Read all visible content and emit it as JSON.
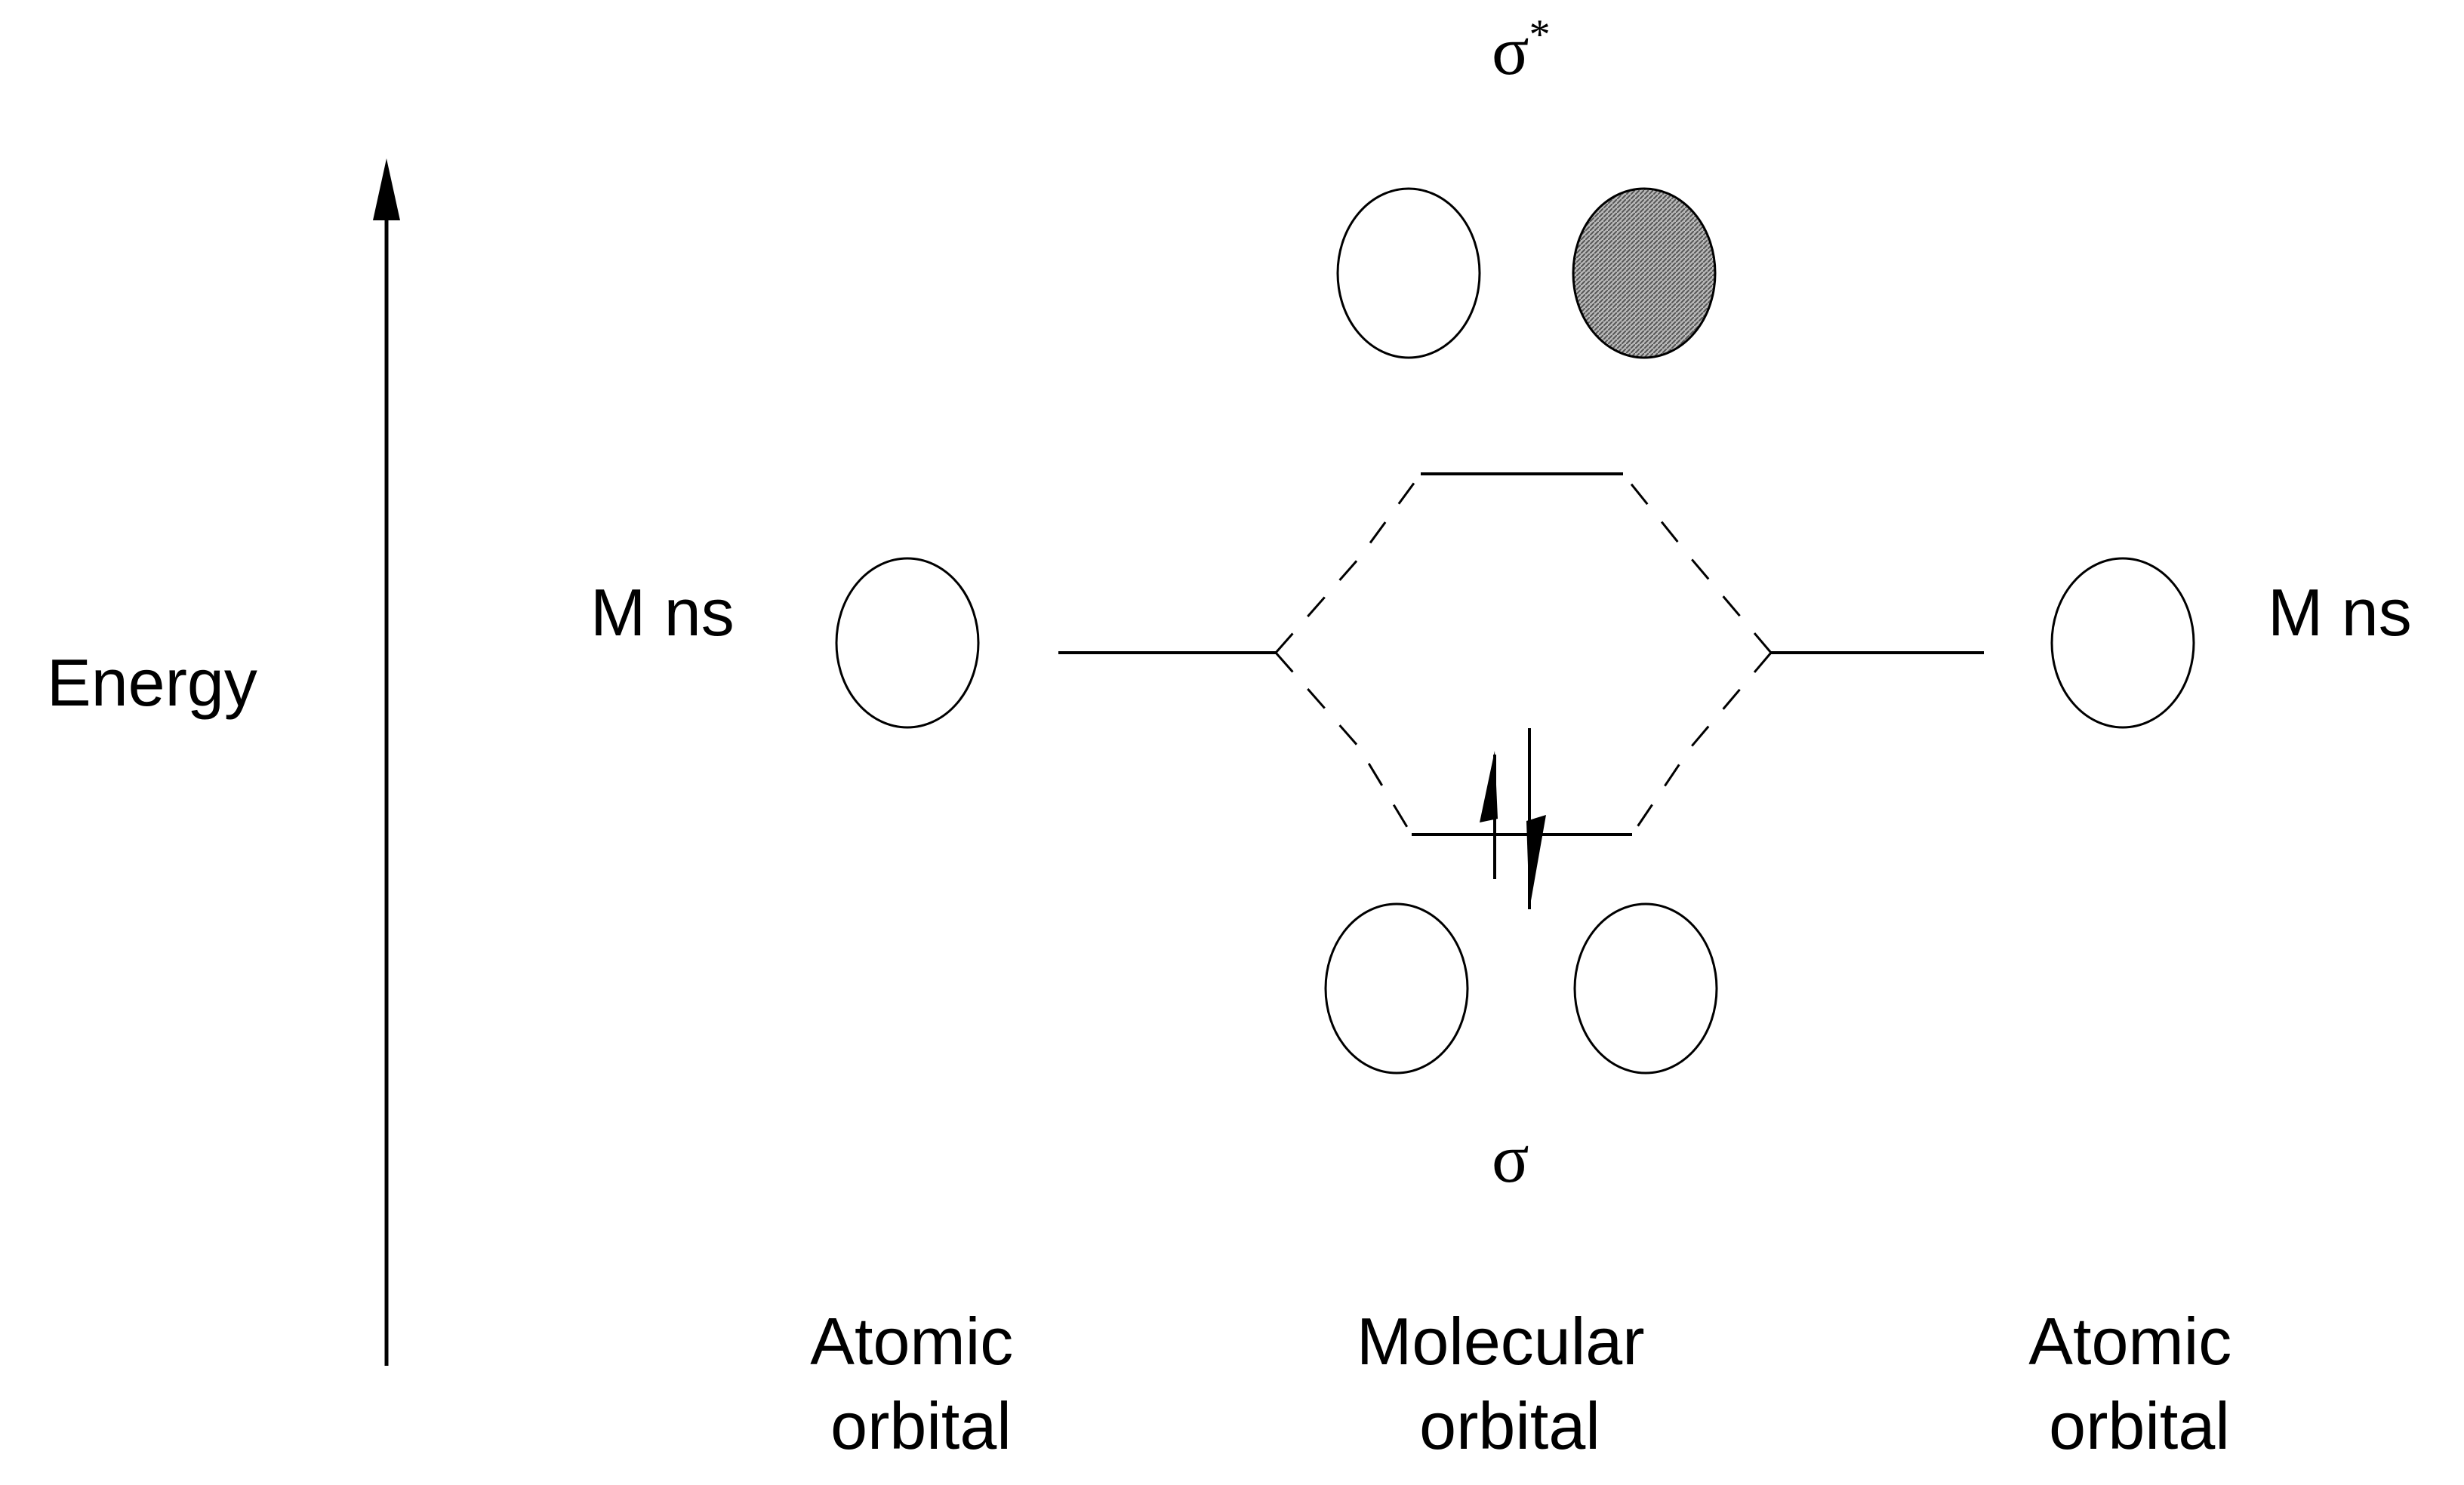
{
  "energy_axis": {
    "label": "Energy"
  },
  "left_atom": {
    "label": "M ns",
    "column_label_line1": "Atomic",
    "column_label_line2": "orbital"
  },
  "right_atom": {
    "label": "M ns",
    "column_label_line1": "Atomic",
    "column_label_line2": "orbital"
  },
  "molecule": {
    "column_label_line1": "Molecular",
    "column_label_line2": "orbital",
    "antibonding": {
      "symbol": "σ",
      "superscript": "*"
    },
    "bonding": {
      "symbol": "σ",
      "electrons": 2
    }
  },
  "colors": {
    "ink": "#000000",
    "shaded_lobe": "#8a8a8a",
    "background": "#ffffff"
  }
}
